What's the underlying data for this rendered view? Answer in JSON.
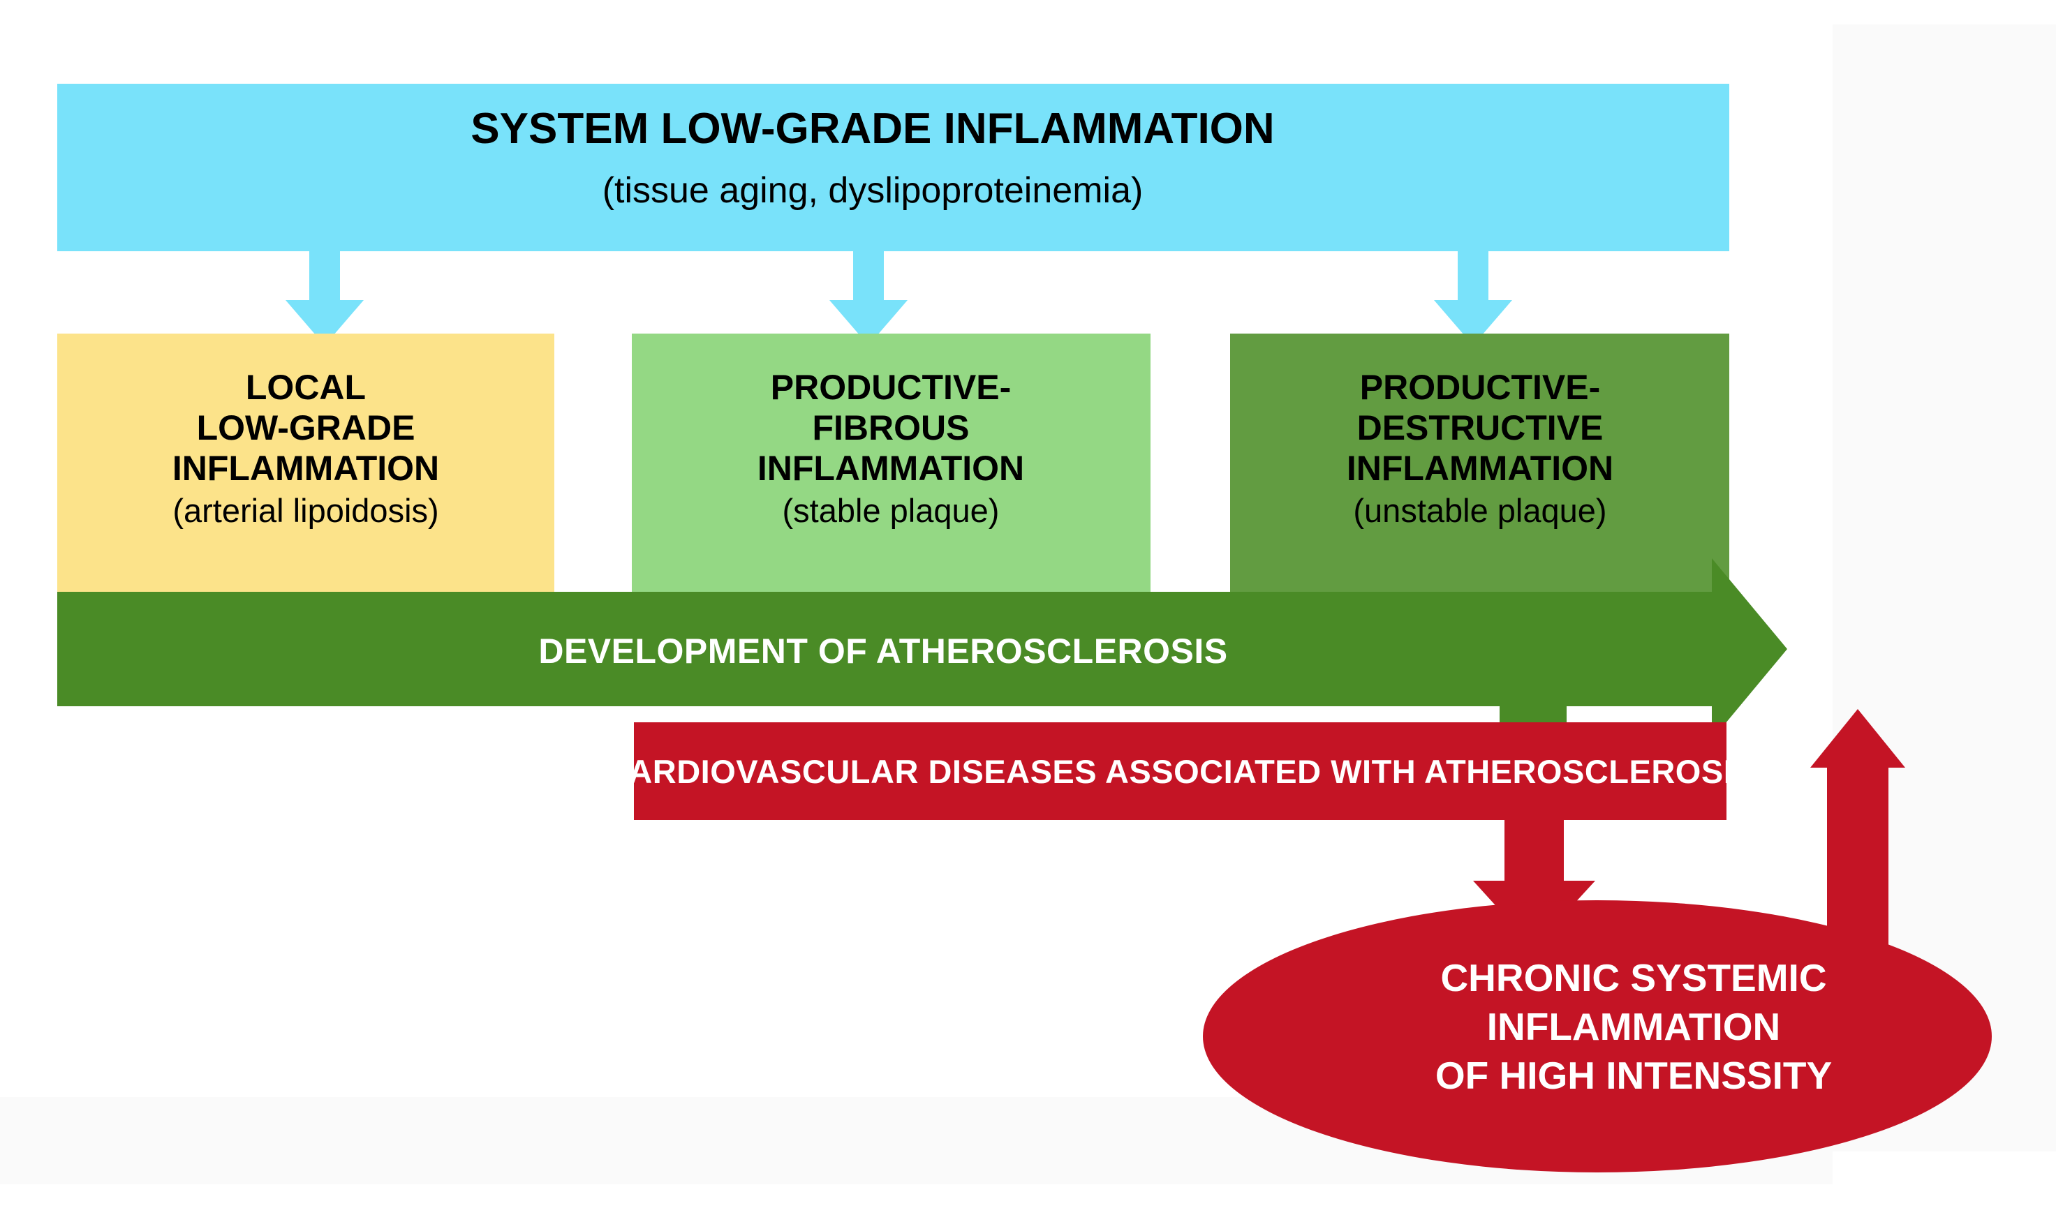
{
  "figure": {
    "title_banner": {
      "heading": "SYSTEM LOW-GRADE INFLAMMATION",
      "subheading": "(tissue aging, dyslipoproteinemia)",
      "color": "#79E2FA"
    },
    "stage_boxes": [
      {
        "id": "local-low-grade",
        "line1": "LOCAL",
        "line2": "LOW-GRADE",
        "line3": "INFLAMMATION",
        "sub": "(arterial lipoidosis)",
        "color": "#FCE38A"
      },
      {
        "id": "productive-fibrous",
        "line1": "PRODUCTIVE-",
        "line2": "FIBROUS",
        "line3": "INFLAMMATION",
        "sub": "(stable plaque)",
        "color": "#94D884"
      },
      {
        "id": "productive-destructive",
        "line1": "PRODUCTIVE-",
        "line2": "DESTRUCTIVE",
        "line3": "INFLAMMATION",
        "sub": "(unstable plaque)",
        "color": "#629C41"
      }
    ],
    "progression_band": {
      "label": "DEVELOPMENT OF ATHEROSCLEROSIS",
      "color": "#4A8B26"
    },
    "outcome_box": {
      "label": "CARDIOVASCULAR DISEASES ASSOCIATED WITH  ATHEROSCLEROSIS",
      "color": "#C41425"
    },
    "feedback_ellipse": {
      "line1": "CHRONIC SYSTEMIC",
      "line2": "INFLAMMATION",
      "line3": "OF HIGH INTENSSITY",
      "color": "#C41425"
    },
    "connectors": {
      "cyan_arrow_color": "#79E2FA",
      "green_arrow_color": "#4A8B26",
      "red_arrow_color": "#C41425"
    }
  }
}
